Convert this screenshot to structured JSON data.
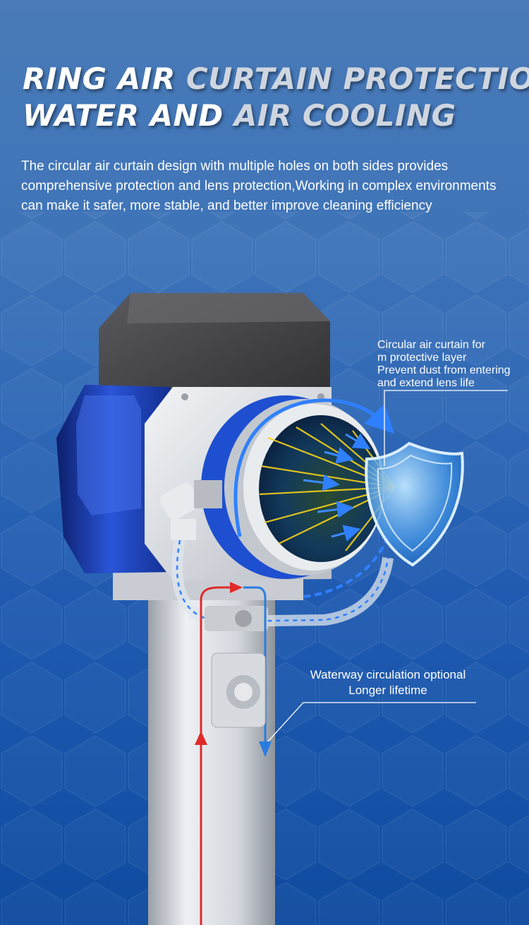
{
  "headline": {
    "line1_white": "RING AIR ",
    "line1_grey": "CURTAIN PROTECTION",
    "line2_white": "WATER AND ",
    "line2_grey": "AIR COOLING"
  },
  "intro_text": "The circular air curtain design with multiple holes on both sides provides comprehensive protection and lens protection,Working in complex environments can make it safer, more stable, and better improve cleaning efficiency",
  "callout_air": {
    "line1": "Circular air curtain for",
    "line2": "m protective layer",
    "line3": "Prevent dust from entering",
    "line4": "and extend lens life"
  },
  "callout_water": {
    "line1": "Waterway circulation optional",
    "line2": "Longer lifetime"
  },
  "colors": {
    "background_top": "#4a7bb8",
    "background_bottom": "#0f4a9e",
    "housing_blue": "#1a3fb0",
    "housing_top": "#4a4a4c",
    "water_in": "#e02a2a",
    "water_out": "#2a7de0",
    "air_flow": "#3b82f6",
    "beam": "#f5d21a"
  }
}
